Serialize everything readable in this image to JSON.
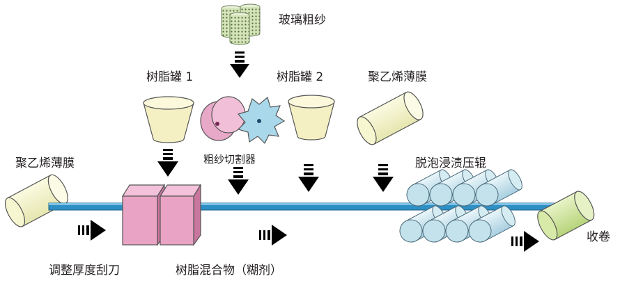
{
  "labels": {
    "glass_roving": "玻璃粗纱",
    "resin_tank_1": "树脂罐 1",
    "resin_tank_2": "树脂罐 2",
    "pe_film_top": "聚乙烯薄膜",
    "pe_film_left": "聚乙烯薄膜",
    "roving_cutter": "粗纱切割器",
    "deaeration_rollers": "脱泡浸渍压辊",
    "doctor_blade": "调整厚度刮刀",
    "resin_paste": "树脂混合物（糊剂）",
    "take_up": "收卷"
  },
  "colors": {
    "belt": "#2e8fc4",
    "tank": "#f4f0c4",
    "roving": "#d5e4b8",
    "blade_box": "#e9a3c4",
    "pink_roller": "#e8a8c8",
    "cutter": "#a9d8ea",
    "roller": "#b9dde8",
    "film_roll": "#f2f2c2",
    "take_up_roll": "#d0e69a",
    "arrow": "#000000"
  }
}
